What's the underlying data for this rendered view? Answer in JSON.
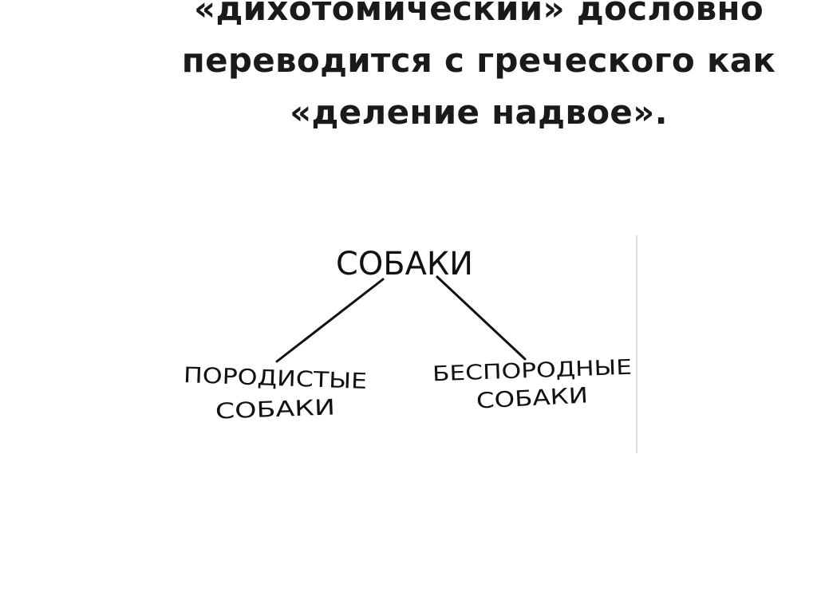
{
  "title": {
    "lines": [
      "«дихотомический» дословно",
      "переводится с греческого как",
      "«деление надвое»."
    ]
  },
  "diagram": {
    "root": {
      "label": "СОБАКИ"
    },
    "children": [
      {
        "line1": "ПОРОДИСТЫЕ",
        "line2": "СОБАКИ"
      },
      {
        "line1": "БЕСПОРОДНЫЕ",
        "line2": "СОБАКИ"
      }
    ]
  },
  "colors": {
    "ink": "#111111",
    "background": "#ffffff",
    "frame_edge": "#dcdcdc"
  }
}
